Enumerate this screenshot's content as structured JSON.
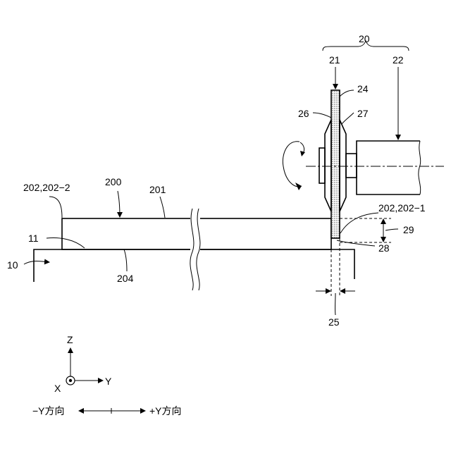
{
  "labels": {
    "l10": "10",
    "l11": "11",
    "l20": "20",
    "l21": "21",
    "l22": "22",
    "l24": "24",
    "l25": "25",
    "l26": "26",
    "l27": "27",
    "l28": "28",
    "l29": "29",
    "l200": "200",
    "l201": "201",
    "l204": "204",
    "l202_2": "202,202−2",
    "l202_1": "202,202−1"
  },
  "axes": {
    "z": "Z",
    "y": "Y",
    "x": "X"
  },
  "direction": {
    "minus": "−Y方向",
    "plus": "+Y方向"
  }
}
